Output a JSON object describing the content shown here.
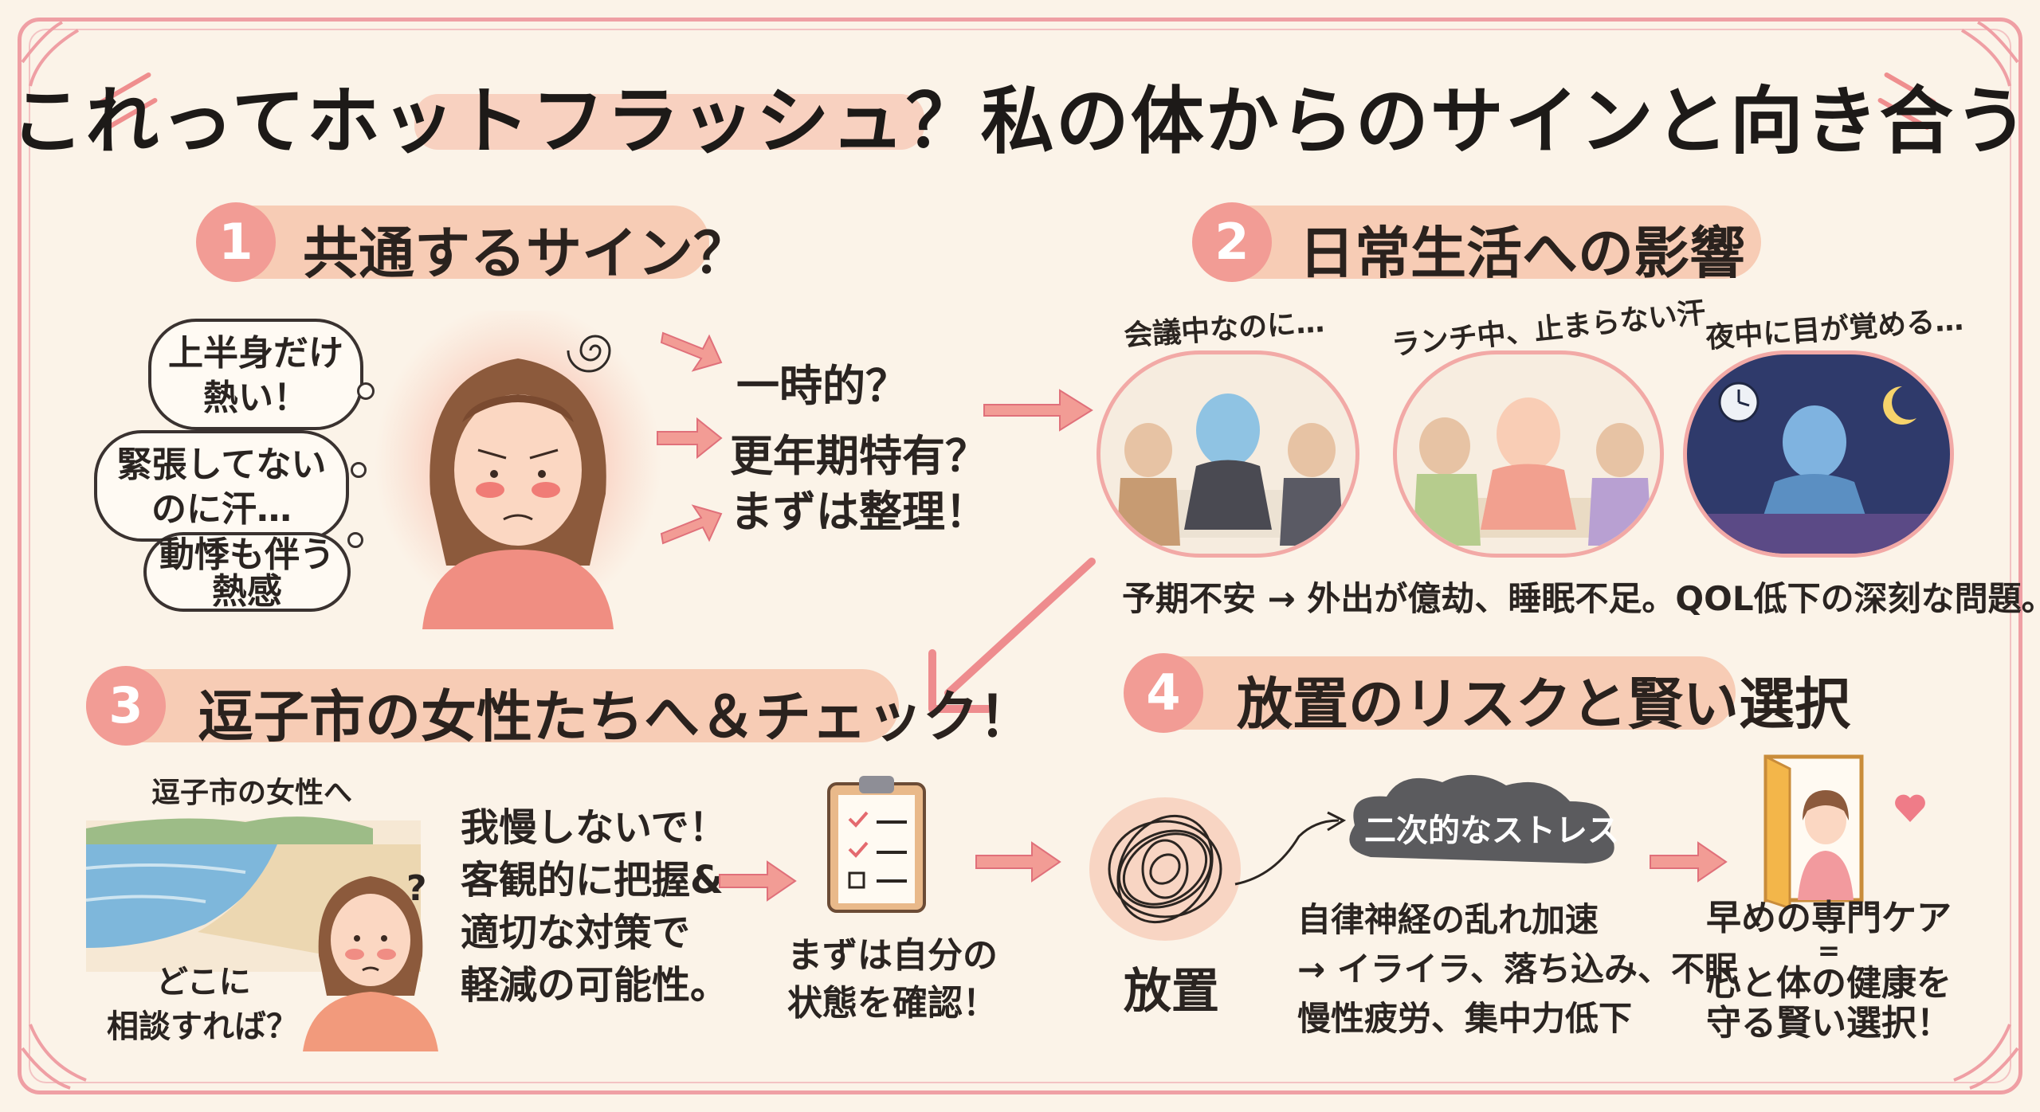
{
  "title": "これってホットフラッシュ？私の体からのサインと向き合う",
  "sections": [
    {
      "num": "1",
      "title": "共通するサイン？"
    },
    {
      "num": "2",
      "title": "日常生活への影響"
    },
    {
      "num": "3",
      "title": "逗子市の女性たちへ＆チェック！"
    },
    {
      "num": "4",
      "title": "放置のリスクと賢い選択"
    }
  ],
  "s1": {
    "bubbles": [
      "上半身だけ",
      "熱い！",
      "緊張してない",
      "のに汗…",
      "動悸も伴う",
      "熱感"
    ],
    "points": [
      "一時的？",
      "更年期特有？",
      "まずは整理！"
    ]
  },
  "s2": {
    "scenes": [
      "会議中なのに…",
      "ランチ中、止まらない汗",
      "夜中に目が覚める…"
    ],
    "summary": "予期不安 → 外出が億劫、睡眠不足。QOL低下の深刻な問題。"
  },
  "s3": {
    "map_label": "逗子市の女性へ",
    "question": [
      "どこに",
      "相談すれば？"
    ],
    "advice": [
      "我慢しないで！",
      "客観的に把握&",
      "適切な対策で",
      "軽減の可能性。"
    ],
    "checklist_caption": [
      "まずは自分の",
      "状態を確認！"
    ]
  },
  "s4": {
    "neglect": "放置",
    "cloud": "二次的なストレス",
    "effects": [
      "自律神経の乱れ加速",
      "→ イライラ、落ち込み、不眠",
      "慢性疲労、集中力低下"
    ],
    "choice": [
      "早めの専門ケア",
      "=",
      "心と体の健康を",
      "守る賢い選択！"
    ]
  },
  "colors": {
    "accent": "#f29c95",
    "frame": "#ef9fa4",
    "background": "#fbf3e8",
    "highlight": "#f7c6b3"
  },
  "icons": [
    "swirl-icon",
    "arrow-right-icon",
    "clipboard-icon",
    "tangle-icon",
    "cloud-icon",
    "door-icon",
    "heart-icon",
    "clock-icon",
    "moon-icon"
  ]
}
